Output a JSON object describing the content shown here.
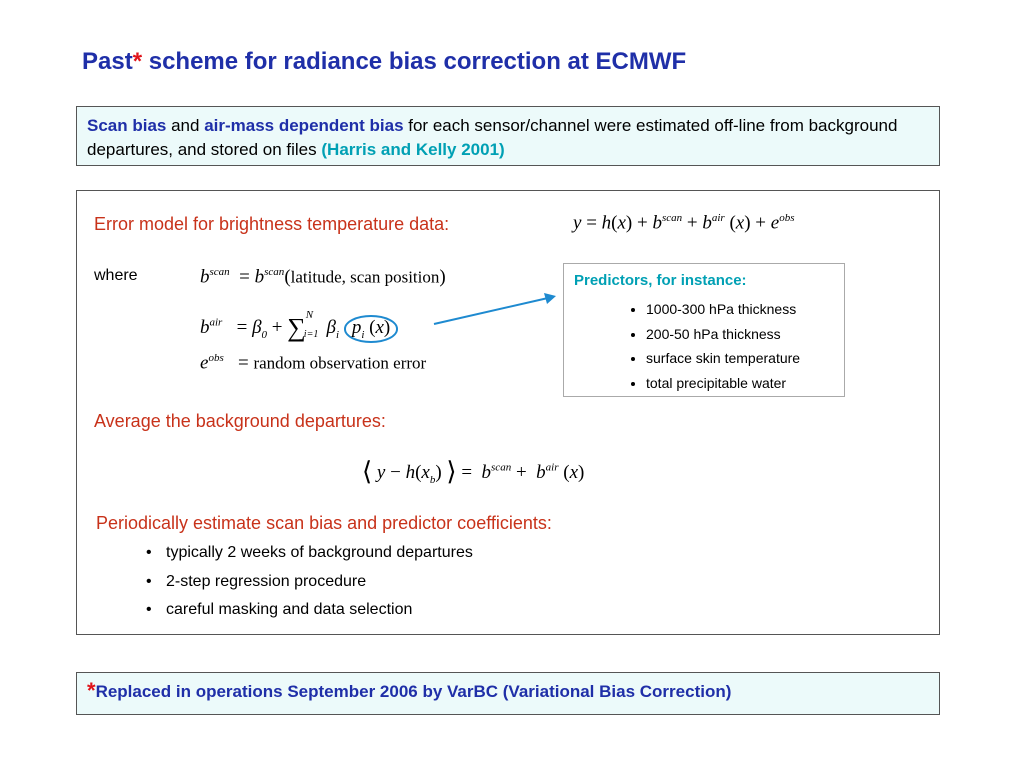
{
  "title": {
    "text": "Past",
    "star": "*",
    "rest": " scheme for radiance bias correction at ECMWF"
  },
  "intro": {
    "scan_bias": "Scan bias",
    "and": " and ",
    "air_mass": "air-mass dependent bias",
    "text1": " for each sensor/channel were estimated off-line from background departures, and stored on files ",
    "citation": "(Harris and Kelly 2001)"
  },
  "error_model": {
    "label": "Error model for brightness temperature data:",
    "where": "where",
    "scan_arg": "latitude, scan position",
    "obs_desc": "random observation error"
  },
  "predictors": {
    "heading": "Predictors, for instance:",
    "items": [
      "1000-300 hPa thickness",
      "200-50 hPa thickness",
      "surface skin temperature",
      "total precipitable water"
    ]
  },
  "average": {
    "label": "Average the background departures:"
  },
  "periodic": {
    "label": "Periodically estimate scan bias and predictor coefficients:",
    "items": [
      "typically 2 weeks of background departures",
      "2-step regression procedure",
      "careful masking and data selection"
    ]
  },
  "footnote": {
    "star": "*",
    "text": "Replaced in operations September 2006 by VarBC  (Variational Bias Correction)"
  },
  "colors": {
    "title": "#1f2fa8",
    "accent_red": "#e0141b",
    "heading_red": "#c8321a",
    "teal": "#00a0b4",
    "box_fill": "#ecfafa"
  }
}
